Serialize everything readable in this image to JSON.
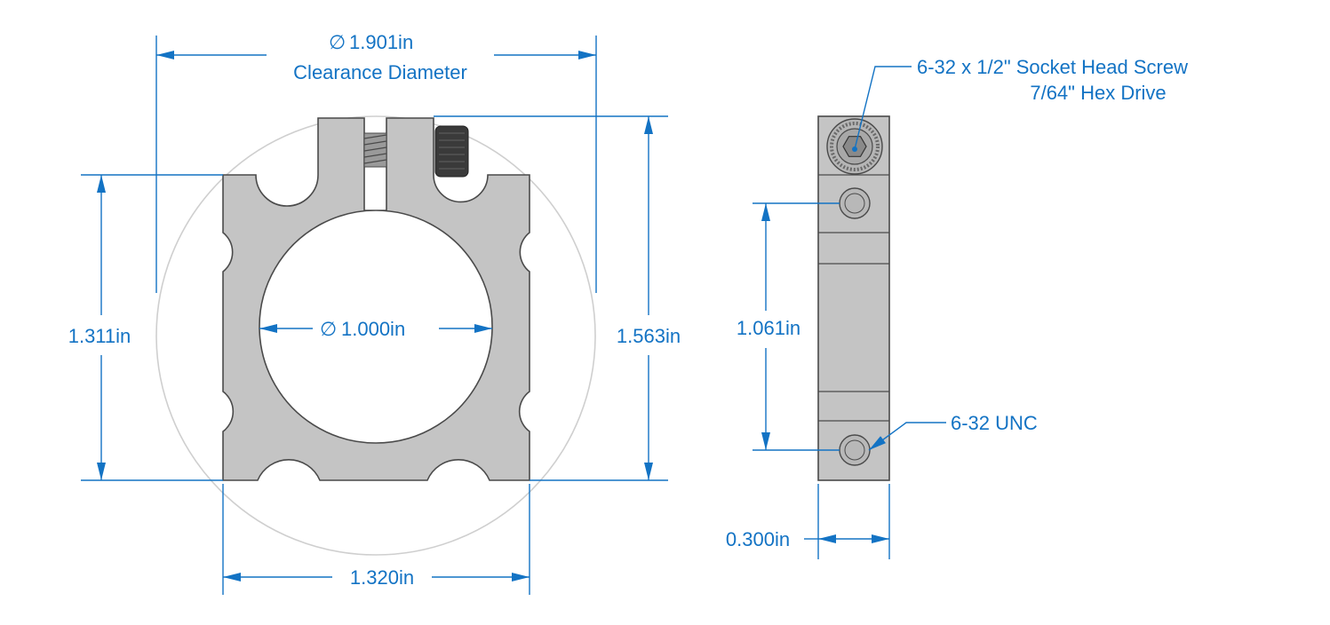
{
  "colors": {
    "dimension": "#1373c4",
    "part_fill": "#c4c4c4",
    "part_outline": "#4a4a4a",
    "clearance_circle": "#cfcfcf"
  },
  "front_view": {
    "clearance_diameter_value": "1.901in",
    "clearance_diameter_label": "Clearance Diameter",
    "bore_diameter": "1.000in",
    "height_body": "1.311in",
    "height_overall": "1.563in",
    "width": "1.320in",
    "diameter_symbol": "∅"
  },
  "side_view": {
    "screw_callout_line1": "6-32 x 1/2\" Socket Head Screw",
    "screw_callout_line2": "7/64\" Hex Drive",
    "hole_spacing": "1.061in",
    "thread_callout": "6-32 UNC",
    "thickness": "0.300in"
  }
}
